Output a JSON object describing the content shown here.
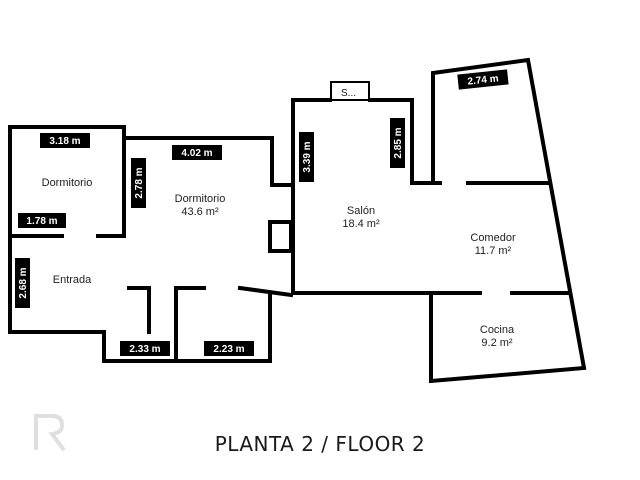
{
  "rooms": [
    {
      "name": "Dormitorio",
      "area": ""
    },
    {
      "name": "Dormitorio",
      "area": "43.6 m²"
    },
    {
      "name": "Entrada",
      "area": ""
    },
    {
      "name": "Salón",
      "area": "18.4 m²"
    },
    {
      "name": "Comedor",
      "area": "11.7 m²"
    },
    {
      "name": "Cocina",
      "area": "9.2 m²"
    }
  ],
  "dimensions": [
    "3.18 m",
    "4.02 m",
    "2.78 m",
    "1.78 m",
    "2.68 m",
    "2.33 m",
    "2.23 m",
    "3.39 m",
    "2.85 m",
    "2.74 m"
  ],
  "small_box": "S...",
  "caption": "PLANTA 2 / FLOOR 2",
  "colors": {
    "wall": "#000000",
    "label_bg": "#000000",
    "label_text": "#ffffff"
  }
}
